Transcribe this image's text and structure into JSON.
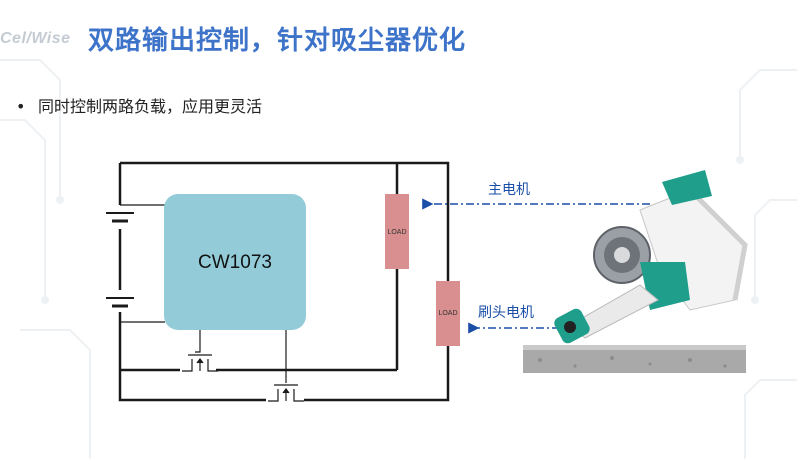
{
  "slide": {
    "logo_text": "Cel/Wise",
    "title": "双路输出控制，针对吸尘器优化",
    "bullet_symbol": "•",
    "bullet_text": "同时控制两路负载，应用更灵活"
  },
  "diagram": {
    "chip_label": "CW1073",
    "load_1_label": "LOAD",
    "load_2_label": "LOAD",
    "main_motor_label": "主电机",
    "brush_motor_label": "刷头电机"
  },
  "colors": {
    "title": "#3d73c9",
    "chip_fill": "#93ccd8",
    "load_fill": "#d98f8f",
    "arrow": "#1a4ea8",
    "wire": "#1a1a1a"
  },
  "icons": {
    "vacuum": "handheld-vacuum-cleaner-illustration"
  }
}
